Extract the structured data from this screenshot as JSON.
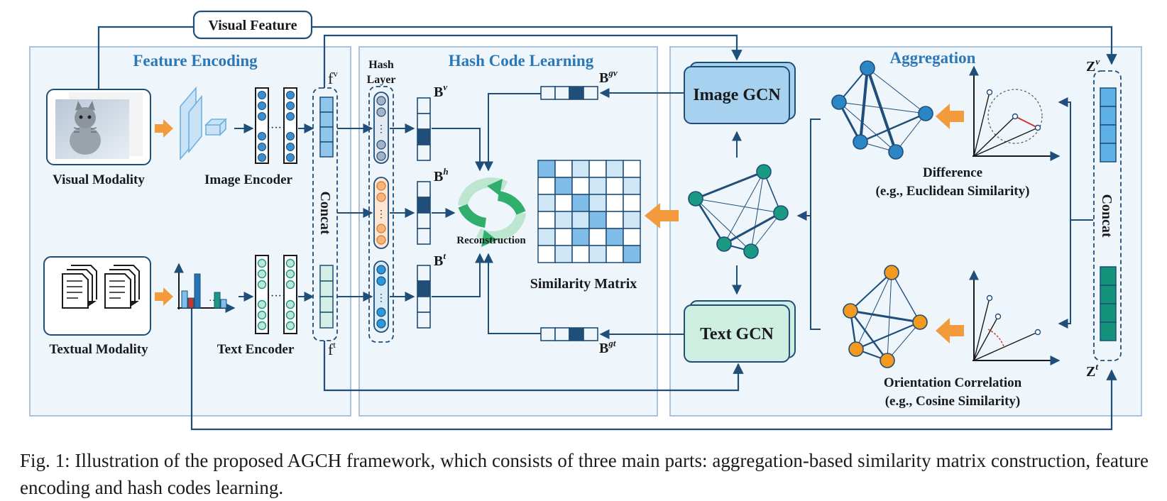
{
  "sections": {
    "feature_encoding": "Feature Encoding",
    "hash_code_learning": "Hash Code Learning",
    "aggregation": "Aggregation"
  },
  "labels": {
    "visual_feature": "Visual Feature",
    "visual_modality": "Visual Modality",
    "textual_modality": "Textual Modality",
    "image_encoder": "Image Encoder",
    "text_encoder": "Text Encoder",
    "concat_left": "Concat",
    "concat_right": "Concat",
    "hash_layer_1": "Hash",
    "hash_layer_2": "Layer",
    "reconstruction": "Reconstruction",
    "similarity_matrix": "Similarity Matrix",
    "image_gcn": "Image GCN",
    "text_gcn": "Text GCN",
    "difference": "Difference",
    "euclidean": "(e.g., Euclidean Similarity)",
    "orientation": "Orientation Correlation",
    "cosine": "(e.g., Cosine Similarity)"
  },
  "math": {
    "f": "f",
    "sup_v": "v",
    "sup_t": "t",
    "B": "B",
    "sup_h": "h",
    "sup_gv": "gv",
    "sup_gt": "gt",
    "Z": "Z"
  },
  "caption": "Fig. 1: Illustration of the proposed AGCH framework, which consists of three main parts: aggregation-based similarity matrix construction, feature encoding and hash codes learning.",
  "colors": {
    "line": "#1f4e79",
    "panel_fill": "#eef5fb",
    "panel_stroke": "#a9c4dc",
    "orange": "#f39a3c",
    "teal": "#1a9a82",
    "blue_node": "#2b86c5",
    "title_blue": "#2a78b8"
  }
}
